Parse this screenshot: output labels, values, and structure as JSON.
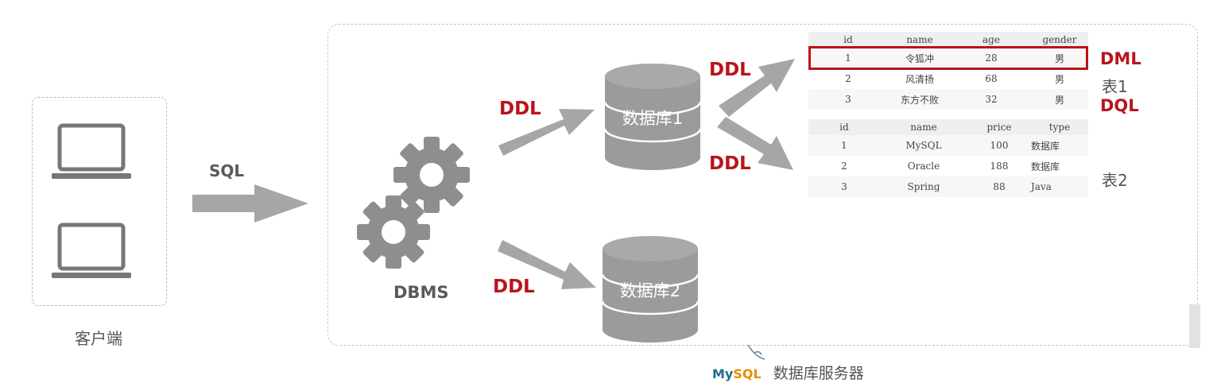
{
  "labels": {
    "client": "客户端",
    "sql": "SQL",
    "dbms": "DBMS",
    "server": "数据库服务器",
    "mysql_my": "My",
    "mysql_sql": "SQL"
  },
  "arrows": {
    "to_db1": "DDL",
    "to_db2": "DDL",
    "to_table1": "DDL",
    "to_table2": "DDL"
  },
  "databases": [
    {
      "name": "数据库1"
    },
    {
      "name": "数据库2"
    }
  ],
  "table1": {
    "caption": "表1",
    "headers": [
      "id",
      "name",
      "age",
      "gender"
    ],
    "rows": [
      [
        "1",
        "令狐冲",
        "28",
        "男"
      ],
      [
        "2",
        "风清扬",
        "68",
        "男"
      ],
      [
        "3",
        "东方不败",
        "32",
        "男"
      ]
    ],
    "tags": [
      "DML",
      "DQL"
    ]
  },
  "table2": {
    "caption": "表2",
    "headers": [
      "id",
      "name",
      "price",
      "type"
    ],
    "rows": [
      [
        "1",
        "MySQL",
        "100",
        "数据库"
      ],
      [
        "2",
        "Oracle",
        "188",
        "数据库"
      ],
      [
        "3",
        "Spring",
        "88",
        "Java"
      ]
    ]
  },
  "colors": {
    "accent_red": "#b8141c",
    "arrow_gray": "#a6a6a6",
    "db_gray": "#9b9b9b",
    "mysql_blue": "#1f6f8b",
    "mysql_orange": "#e48e00"
  }
}
